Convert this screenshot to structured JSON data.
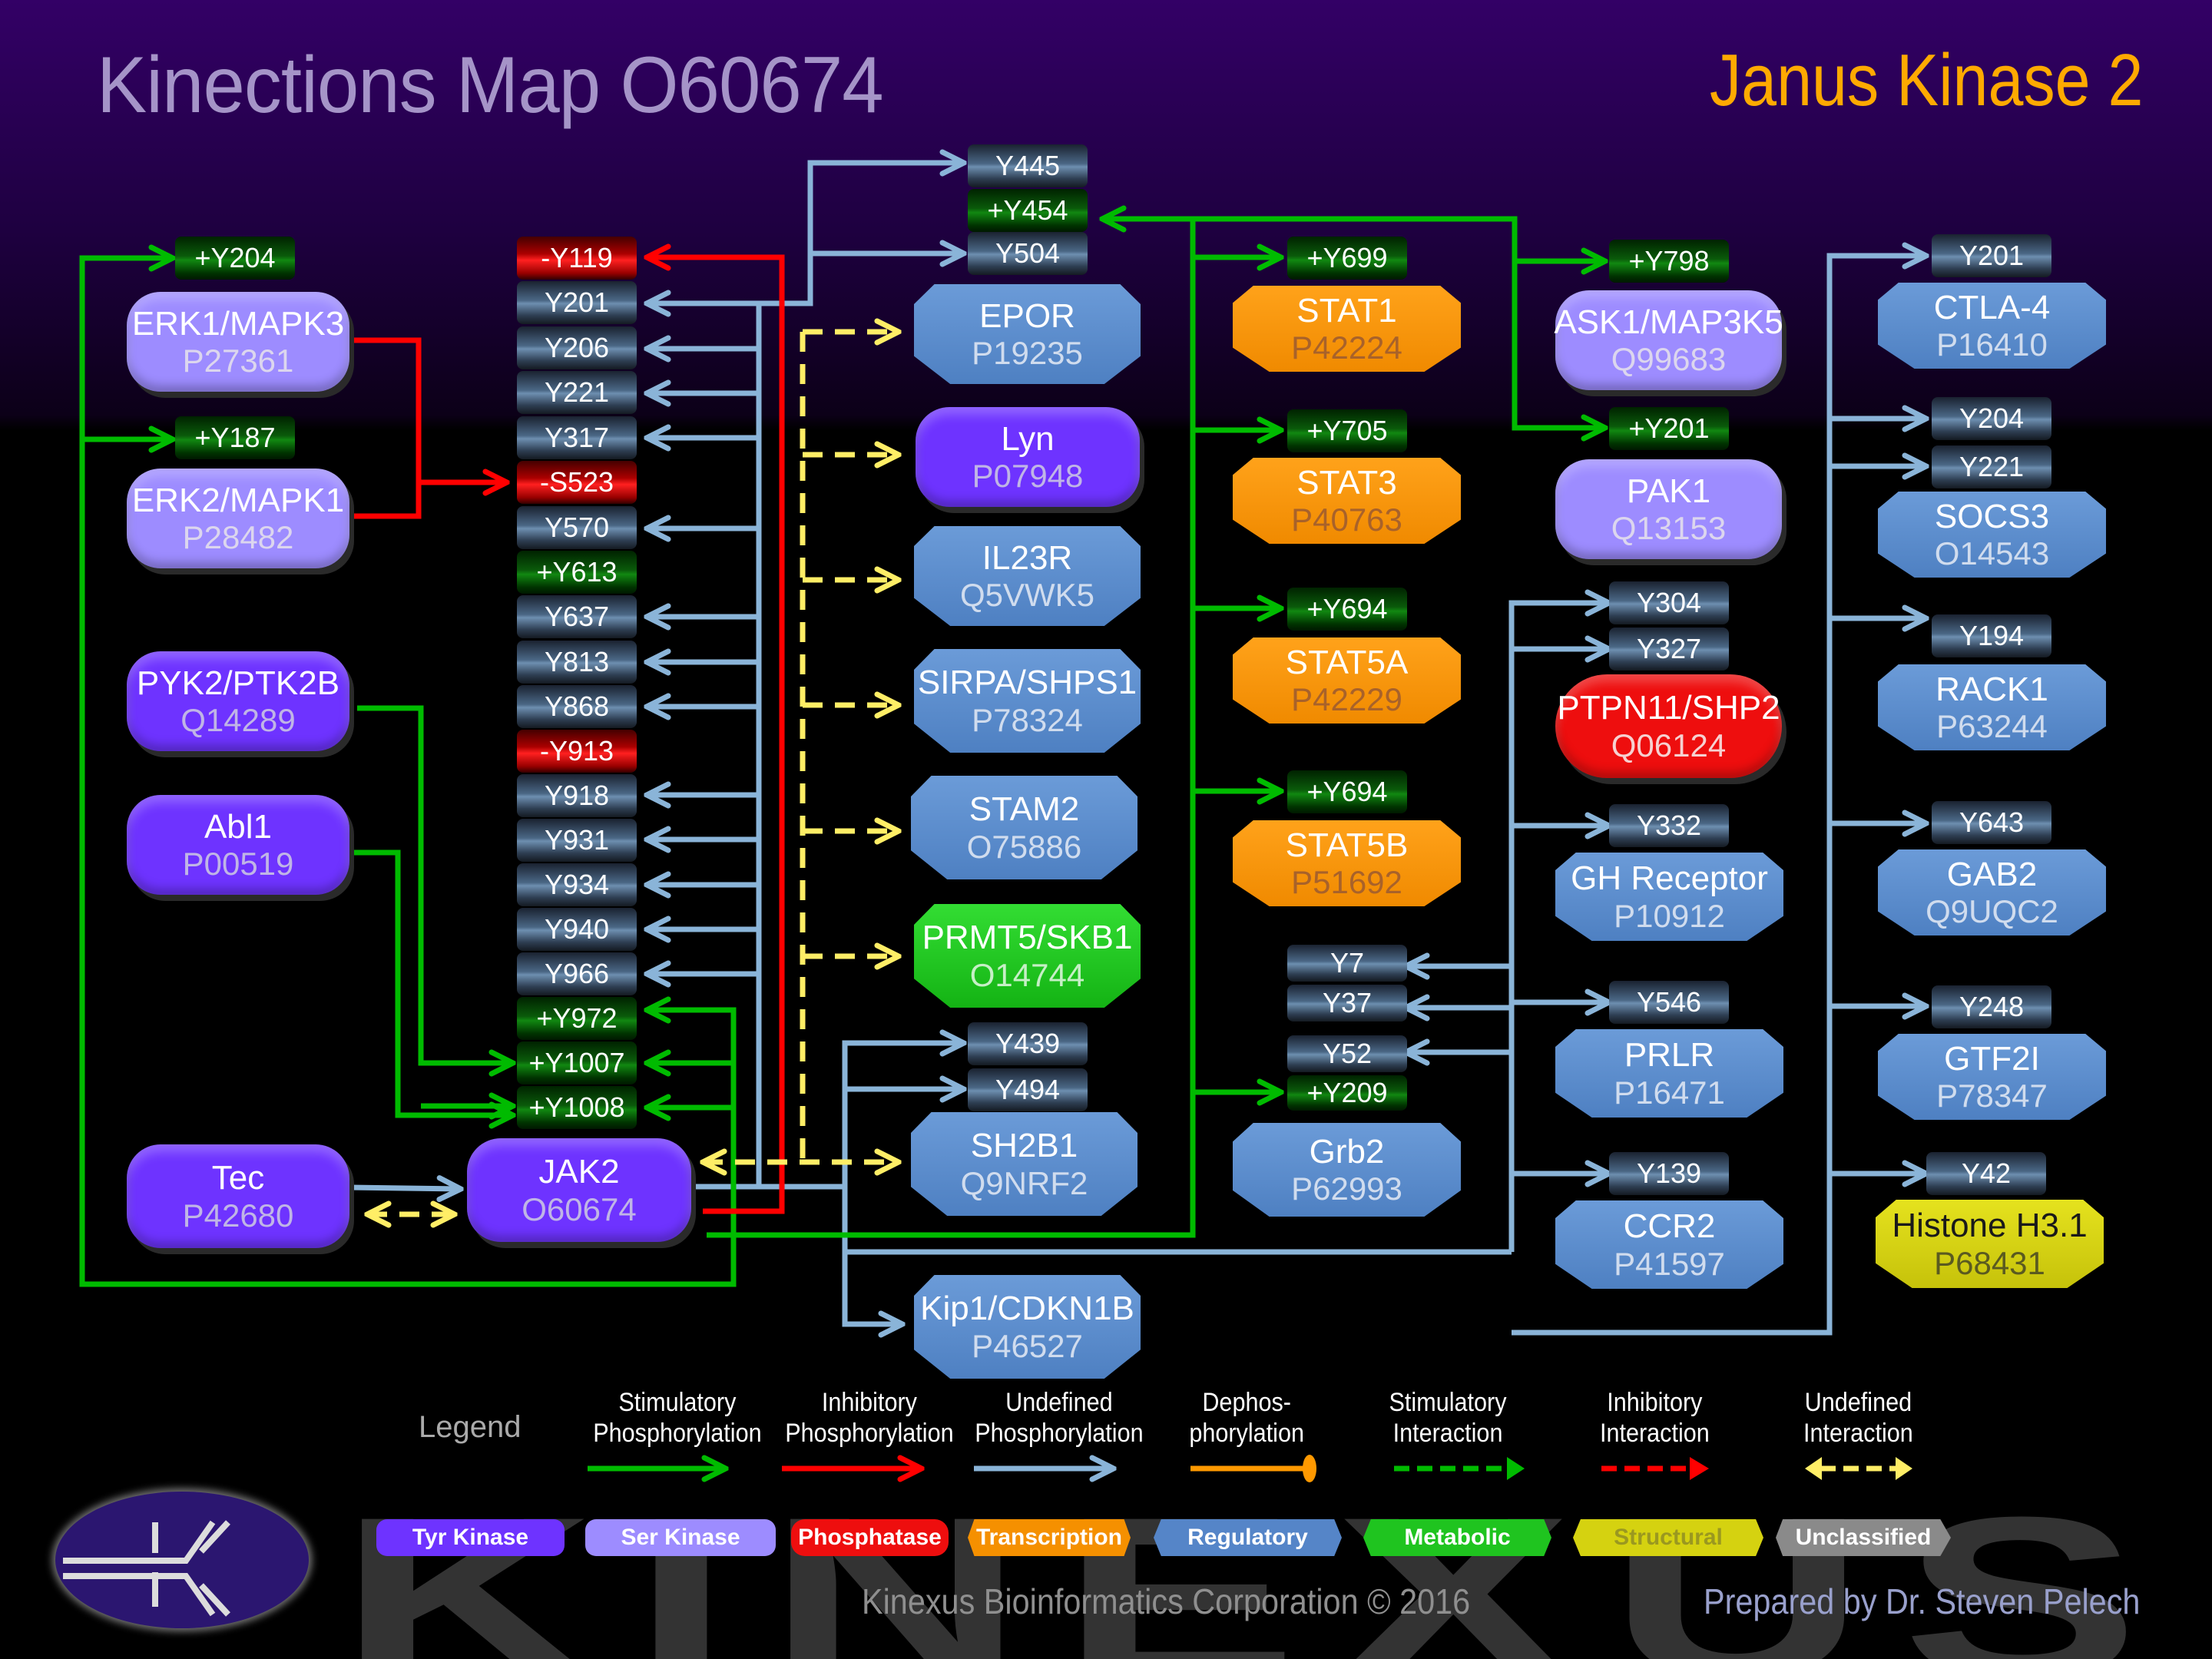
{
  "header": {
    "title": "Kinections Map O60674",
    "protein_name": "Janus Kinase 2"
  },
  "colors": {
    "stimulatory": "#00bb00",
    "inhibitory": "#ff0000",
    "undefined": "#8ab4d8",
    "interaction": "#ffee66",
    "dephosphorylation": "#ff9900"
  },
  "proteins": {
    "erk1": {
      "name": "ERK1/MAPK3",
      "acc": "P27361",
      "category": "Ser Kinase"
    },
    "erk2": {
      "name": "ERK2/MAPK1",
      "acc": "P28482",
      "category": "Ser Kinase"
    },
    "pyk2": {
      "name": "PYK2/PTK2B",
      "acc": "Q14289",
      "category": "Tyr Kinase"
    },
    "abl1": {
      "name": "Abl1",
      "acc": "P00519",
      "category": "Tyr Kinase"
    },
    "tec": {
      "name": "Tec",
      "acc": "P42680",
      "category": "Tyr Kinase"
    },
    "jak2": {
      "name": "JAK2",
      "acc": "O60674",
      "category": "Tyr Kinase"
    },
    "epor": {
      "name": "EPOR",
      "acc": "P19235",
      "category": "Regulatory"
    },
    "lyn": {
      "name": "Lyn",
      "acc": "P07948",
      "category": "Tyr Kinase"
    },
    "il23r": {
      "name": "IL23R",
      "acc": "Q5VWK5",
      "category": "Regulatory"
    },
    "sirpa": {
      "name": "SIRPA/SHPS1",
      "acc": "P78324",
      "category": "Regulatory"
    },
    "stam2": {
      "name": "STAM2",
      "acc": "O75886",
      "category": "Regulatory"
    },
    "prmt5": {
      "name": "PRMT5/SKB1",
      "acc": "O14744",
      "category": "Metabolic"
    },
    "sh2b1": {
      "name": "SH2B1",
      "acc": "Q9NRF2",
      "category": "Regulatory"
    },
    "kip1": {
      "name": "Kip1/CDKN1B",
      "acc": "P46527",
      "category": "Regulatory"
    },
    "stat1": {
      "name": "STAT1",
      "acc": "P42224",
      "category": "Transcription"
    },
    "stat3": {
      "name": "STAT3",
      "acc": "P40763",
      "category": "Transcription"
    },
    "stat5a": {
      "name": "STAT5A",
      "acc": "P42229",
      "category": "Transcription"
    },
    "stat5b": {
      "name": "STAT5B",
      "acc": "P51692",
      "category": "Transcription"
    },
    "grb2": {
      "name": "Grb2",
      "acc": "P62993",
      "category": "Regulatory"
    },
    "ask1": {
      "name": "ASK1/MAP3K5",
      "acc": "Q99683",
      "category": "Ser Kinase"
    },
    "pak1": {
      "name": "PAK1",
      "acc": "Q13153",
      "category": "Ser Kinase"
    },
    "ptpn11": {
      "name": "PTPN11/SHP2",
      "acc": "Q06124",
      "category": "Phosphatase"
    },
    "ghr": {
      "name": "GH Receptor",
      "acc": "P10912",
      "category": "Regulatory"
    },
    "prlr": {
      "name": "PRLR",
      "acc": "P16471",
      "category": "Regulatory"
    },
    "ccr2": {
      "name": "CCR2",
      "acc": "P41597",
      "category": "Regulatory"
    },
    "ctla4": {
      "name": "CTLA-4",
      "acc": "P16410",
      "category": "Regulatory"
    },
    "socs3": {
      "name": "SOCS3",
      "acc": "O14543",
      "category": "Regulatory"
    },
    "rack1": {
      "name": "RACK1",
      "acc": "P63244",
      "category": "Regulatory"
    },
    "gab2": {
      "name": "GAB2",
      "acc": "Q9UQC2",
      "category": "Regulatory"
    },
    "gtf2i": {
      "name": "GTF2I",
      "acc": "P78347",
      "category": "Regulatory"
    },
    "h31": {
      "name": "Histone H3.1",
      "acc": "P68431",
      "category": "Structural"
    }
  },
  "sites": {
    "erk1_y204": "+Y204",
    "erk2_y187": "+Y187",
    "jak2": [
      "-Y119",
      "Y201",
      "Y206",
      "Y221",
      "Y317",
      "-S523",
      "Y570",
      "+Y613",
      "Y637",
      "Y813",
      "Y868",
      "-Y913",
      "Y918",
      "Y931",
      "Y934",
      "Y940",
      "Y966",
      "+Y972",
      "+Y1007",
      "+Y1008"
    ],
    "epor": [
      "Y445",
      "+Y454",
      "Y504"
    ],
    "sh2b1": [
      "Y439",
      "Y494"
    ],
    "stat1": "+Y699",
    "stat3": "+Y705",
    "stat5a": "+Y694",
    "stat5b": "+Y694",
    "grb2": [
      "Y7",
      "Y37",
      "Y52",
      "+Y209"
    ],
    "ask1": "+Y798",
    "pak1": "+Y201",
    "ptpn11": [
      "Y304",
      "Y327"
    ],
    "ghr": "Y332",
    "prlr": "Y546",
    "ccr2": "Y139",
    "ctla4": "Y201",
    "socs3": [
      "Y204",
      "Y221"
    ],
    "rack1": "Y194",
    "gab2": "Y643",
    "gtf2i": "Y248",
    "h31": "Y42"
  },
  "legend": {
    "title": "Legend",
    "arrows": [
      {
        "label1": "Stimulatory",
        "label2": "Phosphorylation",
        "kind": "stim-phos"
      },
      {
        "label1": "Inhibitory",
        "label2": "Phosphorylation",
        "kind": "inh-phos"
      },
      {
        "label1": "Undefined",
        "label2": "Phosphorylation",
        "kind": "und-phos"
      },
      {
        "label1": "Dephos-",
        "label2": "phorylation",
        "kind": "dephos"
      },
      {
        "label1": "Stimulatory",
        "label2": "Interaction",
        "kind": "stim-int"
      },
      {
        "label1": "Inhibitory",
        "label2": "Interaction",
        "kind": "inh-int"
      },
      {
        "label1": "Undefined",
        "label2": "Interaction",
        "kind": "und-int"
      }
    ],
    "categories": [
      "Tyr Kinase",
      "Ser Kinase",
      "Phosphatase",
      "Transcription",
      "Regulatory",
      "Metabolic",
      "Structural",
      "Unclassified"
    ]
  },
  "footer": {
    "watermark": "KINEXUS",
    "copyright": "Kinexus Bioinformatics Corporation © 2016",
    "prepared_by": "Prepared by Dr. Steven Pelech"
  }
}
